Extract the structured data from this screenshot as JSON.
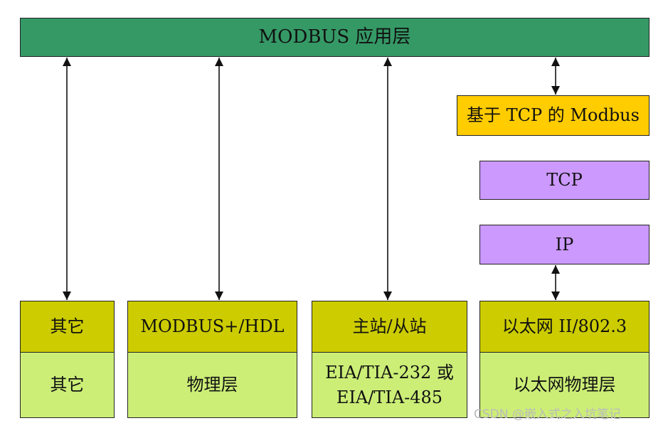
{
  "application_layer": "MODBUS 应用层",
  "tcp_stack": {
    "modbus_over_tcp": "基于 TCP 的 Modbus",
    "tcp": "TCP",
    "ip": "IP"
  },
  "columns": [
    {
      "link_layer": "其它",
      "physical_layer": [
        "其它"
      ]
    },
    {
      "link_layer": "MODBUS+/HDL",
      "physical_layer": [
        "物理层"
      ]
    },
    {
      "link_layer": "主站/从站",
      "physical_layer": [
        "EIA/TIA-232 或",
        "EIA/TIA-485"
      ]
    },
    {
      "link_layer": "以太网 II/802.3",
      "physical_layer": [
        "以太网物理层"
      ]
    }
  ],
  "watermark": "CSDN @嵌入式之入坑笔记",
  "colors": {
    "application_layer": "#359966",
    "modbus_over_tcp": "#ffcc00",
    "tcp_ip": "#cc99ff",
    "link_layer": "#cccc00",
    "physical_layer": "#ccee77"
  }
}
